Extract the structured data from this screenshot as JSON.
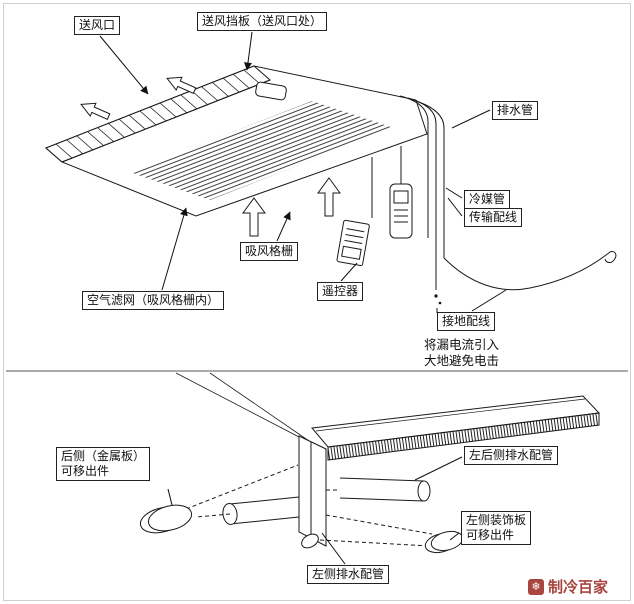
{
  "top_diagram": {
    "callouts": {
      "air_outlet": "送风口",
      "air_baffle": "送风挡板（送风口处）",
      "drain_pipe": "排水管",
      "refrigerant_pipe": "冷媒管",
      "transmission_wiring": "传输配线",
      "intake_grille": "吸风格栅",
      "air_filter": "空气滤网（吸风格栅内）",
      "remote_controller": "遥控器",
      "ground_wiring": "接地配线"
    },
    "ground_note_line1": "将漏电流引入",
    "ground_note_line2": "大地避免电击"
  },
  "bottom_diagram": {
    "callouts": {
      "rear_metal_panel_line1": "后侧（金属板）",
      "rear_metal_panel_line2": "可移出件",
      "left_rear_drain_pipe": "左后侧排水配管",
      "left_decorative_panel_line1": "左侧装饰板",
      "left_decorative_panel_line2": "可移出件",
      "left_drain_pipe": "左侧排水配管"
    }
  },
  "watermark": {
    "text": "制冷百家",
    "logo_glyph": "❄",
    "color": "#a8453f"
  }
}
